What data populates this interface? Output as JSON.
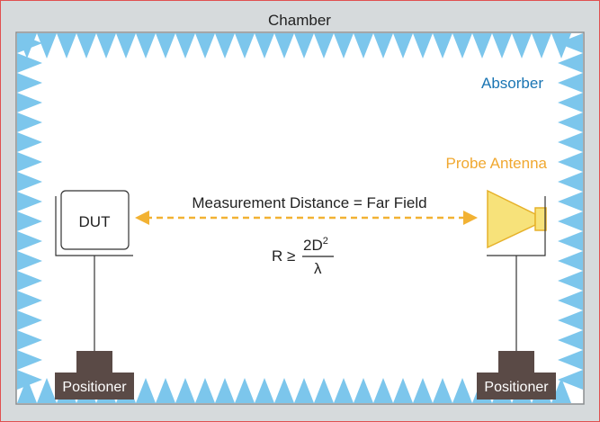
{
  "title": "Chamber",
  "absorber_label": "Absorber",
  "probe_label": "Probe Antenna",
  "dut_label": "DUT",
  "distance_label": "Measurement Distance = Far Field",
  "formula": {
    "lhs": "R ≥",
    "numerator": "2D",
    "exponent": "2",
    "denominator": "λ"
  },
  "positioners": [
    {
      "label": "Positioner"
    },
    {
      "label": "Positioner"
    }
  ],
  "colors": {
    "frame": "#d6dadc",
    "outer_border": "#e05050",
    "absorber": "#7cc6ec",
    "absorber_text": "#1a75b3",
    "probe_fill": "#f7e27a",
    "probe_stroke": "#e6b12a",
    "probe_text": "#f0a830",
    "arrow": "#f2b233",
    "positioner": "#5a4a46",
    "text": "#222222"
  }
}
